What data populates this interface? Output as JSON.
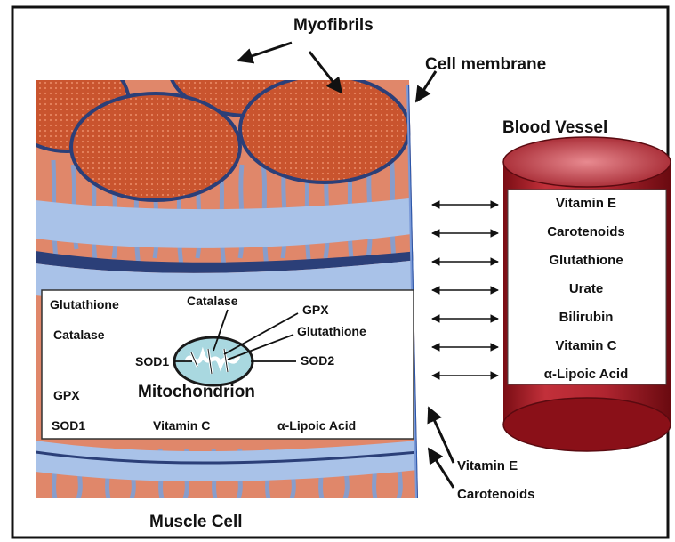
{
  "labels": {
    "myofibrils": "Myofibrils",
    "cell_membrane": "Cell membrane",
    "blood_vessel": "Blood Vessel",
    "muscle_cell": "Muscle Cell",
    "mitochondrion": "Mitochondrion"
  },
  "vessel_antioxidants": [
    "Vitamin E",
    "Carotenoids",
    "Glutathione",
    "Urate",
    "Bilirubin",
    "Vitamin C",
    "α-Lipoic Acid"
  ],
  "cytosol_antioxidants": {
    "glutathione": "Glutathione",
    "catalase": "Catalase",
    "gpx": "GPX",
    "sod1": "SOD1",
    "vitamin_c": "Vitamin C",
    "lipoic_acid": "α-Lipoic Acid"
  },
  "mito_antioxidants": {
    "catalase": "Catalase",
    "gpx": "GPX",
    "glutathione": "Glutathione",
    "sod1": "SOD1",
    "sod2": "SOD2"
  },
  "membrane_antioxidants": {
    "vitamin_e": "Vitamin E",
    "carotenoids": "Carotenoids"
  },
  "colors": {
    "myofibril": "#c9542e",
    "muscle_body": "#e0876a",
    "connective": "#a9c2e8",
    "membrane": "#2a55a8",
    "vessel_red": "#a01a22",
    "mito_fill": "#a9d8e0"
  }
}
